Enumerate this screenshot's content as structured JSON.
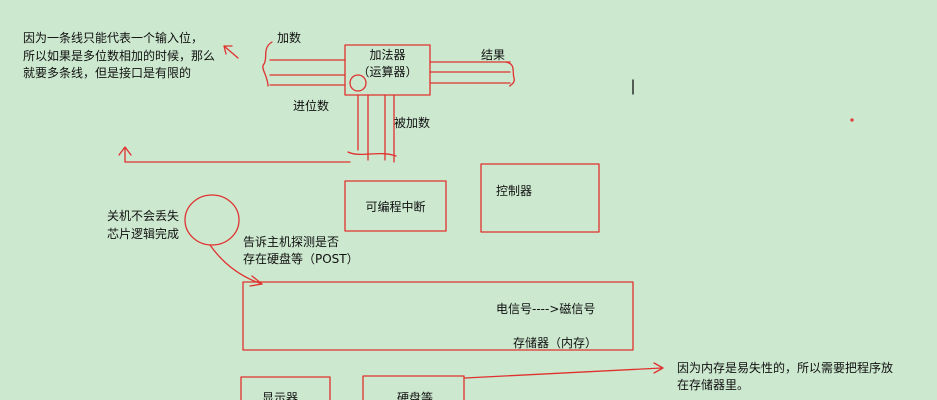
{
  "notes": {
    "single_line_line1": "因为一条线只能代表一个输入位，",
    "single_line_line2": "所以如果是多位数相加的时候，那么",
    "single_line_line3": "就要多条线，但是接口是有限的",
    "cmos_line1": "关机不会丢失",
    "cmos_line2": "芯片逻辑完成",
    "post_line1": "告诉主机探测是否",
    "post_line2": "存在硬盘等（POST）",
    "volatile_line1": "因为内存是易失性的，所以需要把程序放",
    "volatile_line2": "在存储器里。"
  },
  "adder": {
    "title": "加法器",
    "subtitle": "（运算器）",
    "addend": "加数",
    "result": "结果",
    "carry": "进位数",
    "augend": "被加数"
  },
  "blocks": {
    "interrupt": "可编程中断",
    "controller": "控制器",
    "memory_signal": "电信号---->磁信号",
    "memory": "存储器（内存）",
    "display": "显示器",
    "disk": "硬盘等"
  },
  "colors": {
    "background": "#cce8cf",
    "ink": "#e0312f",
    "text": "#111111"
  }
}
